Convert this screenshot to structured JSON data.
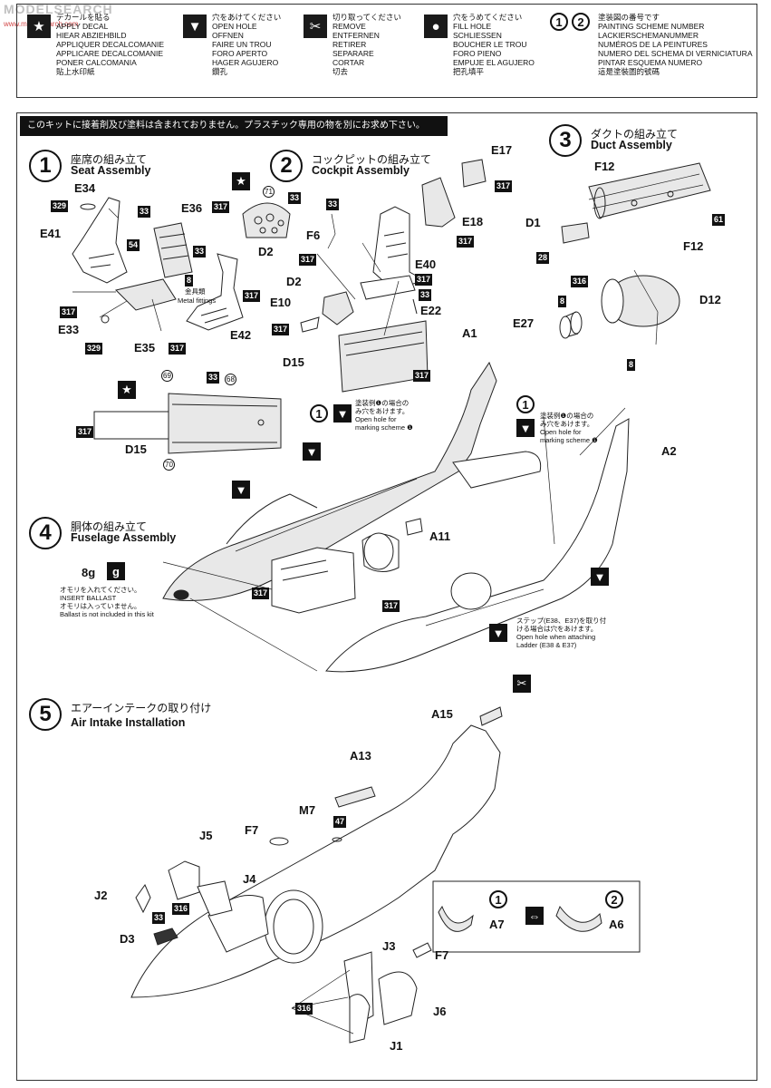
{
  "watermark": {
    "top": "MODELSEARCH",
    "bottom": "www.modelsearch.com"
  },
  "legend": {
    "decal": {
      "lines": "デカールを貼る\nAPPLY DECAL\nHIEAR ABZIEHBILD\nAPPLIQUER DECALCOMANIE\nAPPLICARE DECALCOMANIE\nPONER CALCOMANIA\n貼上水印紙"
    },
    "open_hole": {
      "lines": "穴をあけてください\nOPEN HOLE\nOFFNEN\nFAIRE UN TROU\nFORO APERTO\nHAGER AGUJERO\n鑽孔"
    },
    "remove": {
      "lines": "切り取ってください\nREMOVE\nENTFERNEN\nRETIRER\nSEPARARE\nCORTAR\n切去"
    },
    "fill_hole": {
      "lines": "穴をうめてください\nFILL HOLE\nSCHLIESSEN\nBOUCHER LE TROU\nFORO PIENO\nEMPUJE EL AGUJERO\n把孔填平"
    },
    "scheme": {
      "num1": "1",
      "num2": "2",
      "lines": "塗装図の番号です\nPAINTING SCHEME NUMBER\nLACKIERSCHEMANUMMER\nNUMÉROS DE LA PEINTURES\nNUMERO DEL SCHEMA DI VERNICIATURA\nPINTAR ESQUEMA NUMERO\n這是塗裝圖的號碼"
    }
  },
  "banner": "このキットに接着剤及び塗料は含まれておりません。プラスチック専用の物を別にお求め下さい。",
  "steps": [
    {
      "num": "1",
      "jp": "座席の組み立て",
      "en": "Seat Assembly"
    },
    {
      "num": "2",
      "jp": "コックピットの組み立て",
      "en": "Cockpit Assembly"
    },
    {
      "num": "3",
      "jp": "ダクトの組み立て",
      "en": "Duct Assembly"
    },
    {
      "num": "4",
      "jp": "胴体の組み立て",
      "en": "Fuselage Assembly"
    },
    {
      "num": "5",
      "jp": "エアーインテークの取り付け",
      "en": "Air Intake Installation"
    }
  ],
  "parts": {
    "E34": "E34",
    "E36": "E36",
    "E41": "E41",
    "E33": "E33",
    "E35": "E35",
    "E42": "E42",
    "D2a": "D2",
    "D2b": "D2",
    "F6": "F6",
    "E10": "E10",
    "D15a": "D15",
    "D15b": "D15",
    "E17": "E17",
    "E18": "E18",
    "E40": "E40",
    "E22": "E22",
    "F12a": "F12",
    "F12b": "F12",
    "D1": "D1",
    "D12": "D12",
    "E27": "E27",
    "A1": "A1",
    "A2": "A2",
    "A11": "A11",
    "A15": "A15",
    "A13": "A13",
    "M7": "M7",
    "F7a": "F7",
    "F7b": "F7",
    "J5": "J5",
    "J4": "J4",
    "J2": "J2",
    "D3": "D3",
    "J3": "J3",
    "J6": "J6",
    "J1": "J1",
    "A7": "A7",
    "A6": "A6"
  },
  "paints": {
    "p329a": "329",
    "p33a": "33",
    "p54": "54",
    "p8a": "8",
    "p317a": "317",
    "p329b": "329",
    "p317b": "317",
    "p33b": "33",
    "p317c": "317",
    "p317d": "317",
    "p33c": "33",
    "p317e": "317",
    "p71": "71",
    "p317f": "317",
    "p33d": "33",
    "p317g": "317",
    "p317h": "317",
    "p317i": "317",
    "p33e": "33",
    "p317j": "317",
    "p317k": "317",
    "p69": "69",
    "p33f": "33",
    "p68": "68",
    "p317l": "317",
    "p70": "70",
    "p61": "61",
    "p28": "28",
    "p316a": "316",
    "p8b": "8",
    "p8c": "8",
    "p317m": "317",
    "p317n": "317",
    "p47": "47",
    "p33g": "33",
    "p316b": "316",
    "p316c": "316"
  },
  "notes": {
    "metal_jp": "金具類",
    "metal_en": "Metal fittings",
    "hole1": "塗装例❶の場合の\nみ穴をあけます。\nOpen hole for\nmarking scheme ❶",
    "hole2": "塗装例❶の場合の\nみ穴をあけます。\nOpen hole for\nmarking scheme ❶",
    "ballast_weight": "8g",
    "ballast_g": "g",
    "ballast": "オモリを入れてください。\nINSERT BALLAST\nオモリは入っていません。\nBallast is not included in this kit",
    "ladder": "ステップ(E38、E37)を取り付\nける場合は穴をあけます。\nOpen hole when attaching\nLadder (E38 & E37)",
    "swap_arrow": "⇔",
    "scheme1": "1",
    "scheme2": "2",
    "scheme1b": "1",
    "scheme1c": "1",
    "scheme1d": "1"
  }
}
